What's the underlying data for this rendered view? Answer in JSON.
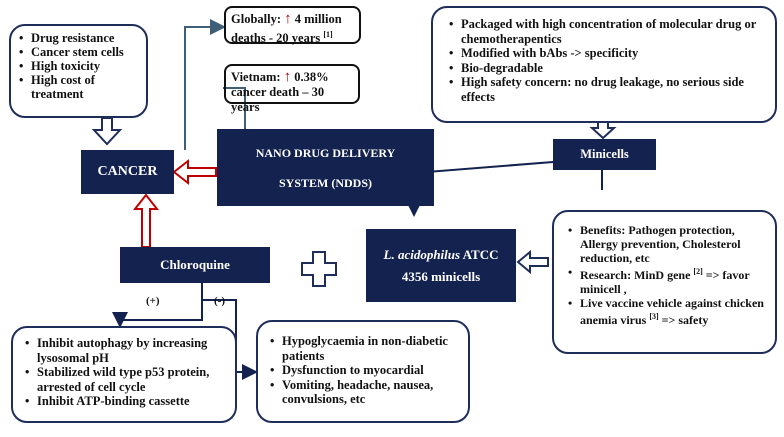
{
  "cancer_causes": {
    "items": [
      "Drug resistance",
      "Cancer stem cells",
      "High toxicity",
      "High cost of treatment"
    ]
  },
  "global_stat": {
    "prefix": "Globally:",
    "value": "4 million deaths - 20 years",
    "ref": "[1]"
  },
  "vietnam_stat": {
    "prefix": "Vietnam:",
    "value": "0.38% cancer death – 30 years"
  },
  "cancer": {
    "label": "CANCER"
  },
  "ndds": {
    "line1": "NANO DRUG DELIVERY",
    "line2": "SYSTEM (NDDS)"
  },
  "minicell_props": {
    "items": [
      "Packaged with high concentration of molecular drug or chemotherapentics",
      "Modified with bAbs -> specificity",
      "Bio-degradable",
      "High safety concern: no drug leakage, no serious side effects"
    ]
  },
  "minicells": {
    "label": "Minicells"
  },
  "chloroquine": {
    "label": "Chloroquine"
  },
  "lacto": {
    "name_italic": "L. acidophilus",
    "name_rest": " ATCC",
    "line2": "4356 minicells"
  },
  "benefits": {
    "item1": "Benefits: Pathogen protection, Allergy prevention, Cholesterol reduction, etc",
    "item2_a": "Research: MinD gene ",
    "item2_ref": "[2]",
    "item2_b": " => favor minicell ,",
    "item3_a": "Live vaccine vehicle against chicken anemia virus ",
    "item3_ref": "[3]",
    "item3_b": " => safety"
  },
  "plus_label": "(+)",
  "minus_label": "(-)",
  "positive_effects": {
    "items": [
      "Inhibit autophagy by increasing lysosomal pH",
      "Stabilized wild type p53 protein, arrested of cell cycle",
      "Inhibit ATP-binding cassette"
    ]
  },
  "negative_effects": {
    "items": [
      "Hypoglycaemia in non-diabetic patients",
      "Dysfunction to myocardial",
      "Vomiting, headache, nausea, convulsions, etc"
    ]
  },
  "colors": {
    "navy": "#13224f",
    "red": "#c00000",
    "line": "#3f5f78"
  }
}
